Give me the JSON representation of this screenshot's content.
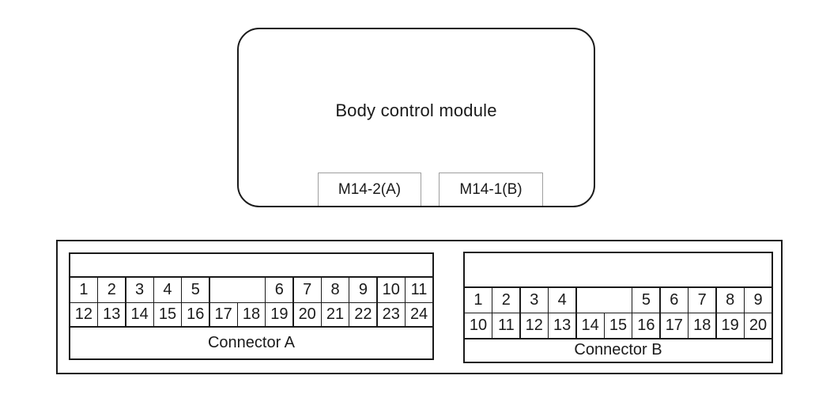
{
  "module": {
    "title": "Body control module",
    "connector_labels": [
      "M14-2(A)",
      "M14-1(B)"
    ]
  },
  "connector_a": {
    "name": "Connector A",
    "row1": [
      "1",
      "2",
      "3",
      "4",
      "5",
      "6",
      "7",
      "8",
      "9",
      "10",
      "11"
    ],
    "row2": [
      "12",
      "13",
      "14",
      "15",
      "16",
      "17",
      "18",
      "19",
      "20",
      "21",
      "22",
      "23",
      "24"
    ]
  },
  "connector_b": {
    "name": "Connector B",
    "row1": [
      "1",
      "2",
      "3",
      "4",
      "5",
      "6",
      "7",
      "8",
      "9"
    ],
    "row2": [
      "10",
      "11",
      "12",
      "13",
      "14",
      "15",
      "16",
      "17",
      "18",
      "19",
      "20"
    ]
  },
  "colors": {
    "line": "#1a1a1a",
    "label_box_border": "#9e9e9e",
    "background": "#ffffff"
  }
}
